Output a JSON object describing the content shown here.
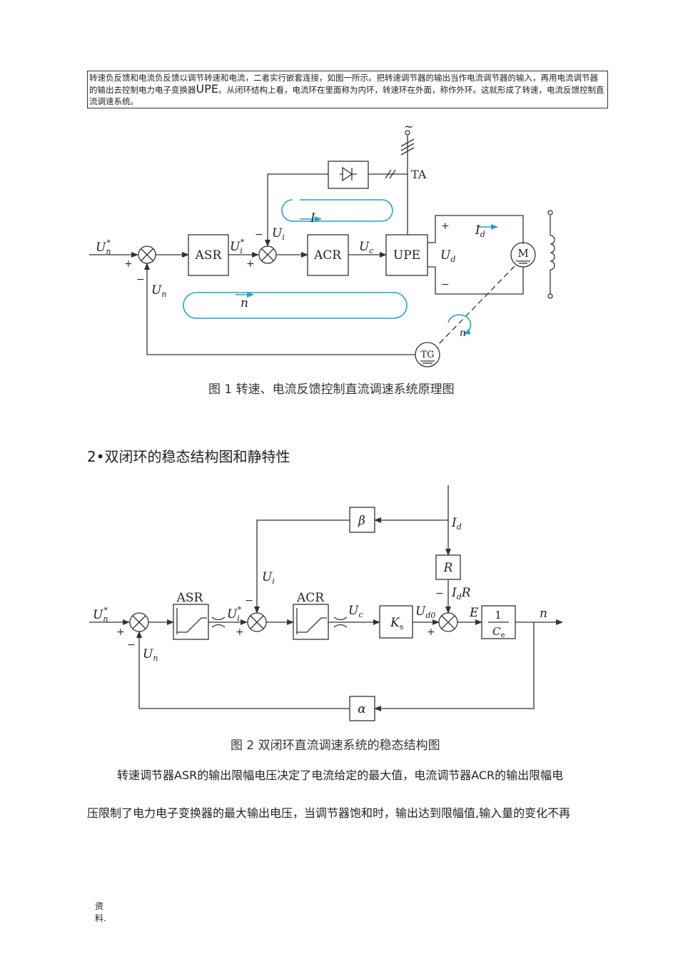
{
  "intro": {
    "text_a": "转速负反馈和电流负反馈以调节转速和电流，二者实行嵌套连接，如图一所示。把转速调节器的输出当作电流调节器的输入，再用电流调节器的输出去控制电力电子变换器",
    "text_big": "UPE",
    "text_b": "。从闭环结构上看，电流环在里面称为内环，转速环在外面，称作外环。这就形成了转速，电流反馈控制直流调速系统。"
  },
  "figure1": {
    "caption": "图 1  转速、电流反馈控制直流调速系统原理图",
    "blocks": {
      "asr": "ASR",
      "acr": "ACR",
      "upe": "UPE",
      "motor": "M",
      "tg": "TG"
    },
    "labels": {
      "un_star": "U",
      "un_star_sub": "n",
      "un_star_sup": "*",
      "ui_star": "U",
      "ui_star_sub": "i",
      "ui_star_sup": "*",
      "ui": "U",
      "ui_sub": "i",
      "uc": "U",
      "uc_sub": "c",
      "ud": "U",
      "ud_sub": "d",
      "id": "I",
      "id_sub": "d",
      "un": "U",
      "un_sub": "n",
      "ta": "TA",
      "loop_i": "I",
      "loop_n": "n",
      "rot_n": "n",
      "plus": "+",
      "minus": "−",
      "tilde": "~"
    }
  },
  "section_heading": "2•双闭环的稳态结构图和静特性",
  "figure2": {
    "caption": "图 2  双闭环直流调速系统的稳态结构图",
    "blocks": {
      "beta": "β",
      "alpha": "α",
      "r": "R",
      "ks": "K",
      "ks_sub": "s",
      "one": "1",
      "ce": "C",
      "ce_sub": "e",
      "asr": "ASR",
      "acr": "ACR"
    },
    "labels": {
      "un_star": "U",
      "un_star_sub": "n",
      "un_star_sup": "*",
      "ui_star": "U",
      "ui_star_sub": "i",
      "ui_star_sup": "*",
      "ui": "U",
      "ui_sub": "i",
      "uc": "U",
      "uc_sub": "c",
      "ud0": "U",
      "ud0_sub": "d0",
      "id": "I",
      "id_sub": "d",
      "idr": "I",
      "idr_sub": "d",
      "idr_r": "R",
      "e": "E",
      "n": "n",
      "un": "U",
      "un_sub": "n",
      "plus": "+",
      "minus": "−"
    }
  },
  "paragraph": {
    "line1": "转速调节器ASR的输出限幅电压决定了电流给定的最大值，电流调节器ACR的输出限幅电",
    "line2": "压限制了电力电子变换器的最大输出电压，当调节器饱和时，输出达到限幅值,输入量的变化不再"
  },
  "footer": {
    "line1": "资",
    "line2": "料."
  }
}
